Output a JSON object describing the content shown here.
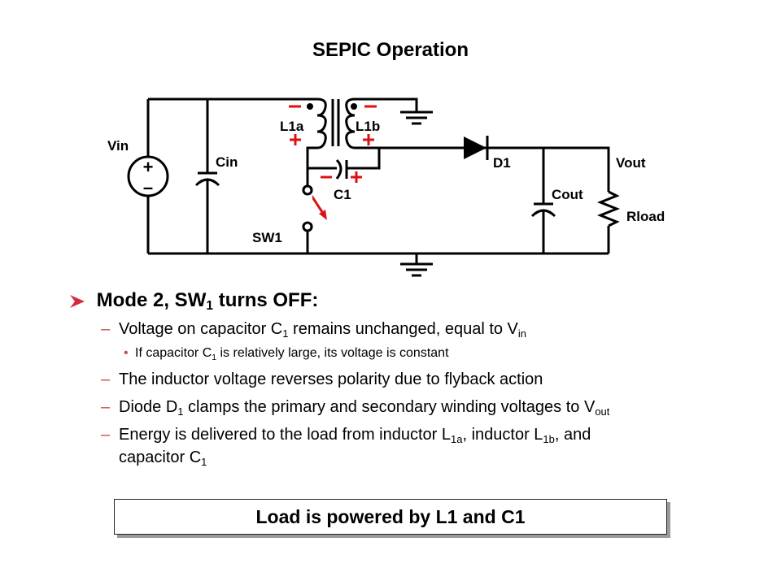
{
  "slide": {
    "title": "SEPIC Operation"
  },
  "circuit": {
    "labels": {
      "vin": "Vin",
      "cin": "Cin",
      "l1a": "L1a",
      "l1b": "L1b",
      "c1": "C1",
      "sw1": "SW1",
      "d1": "D1",
      "vout": "Vout",
      "cout": "Cout",
      "rload": "Rload"
    },
    "source_plus": "+",
    "source_minus": "–",
    "polarity": {
      "plus": "+",
      "minus": "–"
    },
    "accent_color": "#dd1111"
  },
  "content": {
    "heading": {
      "text": "Mode 2, SW",
      "sub": "1",
      "suffix": " turns OFF:"
    },
    "bullets": [
      {
        "level": 2,
        "parts": [
          [
            "Voltage on capacitor C",
            ""
          ],
          [
            "1",
            "sub"
          ],
          [
            " remains unchanged, equal to V",
            ""
          ],
          [
            "in",
            "sub"
          ]
        ]
      },
      {
        "level": 3,
        "parts": [
          [
            "If capacitor C",
            ""
          ],
          [
            "1",
            "sub"
          ],
          [
            " is relatively large, its voltage is constant",
            ""
          ]
        ]
      },
      {
        "level": 2,
        "parts": [
          [
            "The inductor voltage reverses polarity due to flyback action",
            ""
          ]
        ]
      },
      {
        "level": 2,
        "parts": [
          [
            "Diode D",
            ""
          ],
          [
            "1",
            "sub"
          ],
          [
            " clamps the primary and secondary winding voltages to V",
            ""
          ],
          [
            "out",
            "sub"
          ]
        ]
      },
      {
        "level": 2,
        "parts": [
          [
            "Energy is delivered to the load from inductor  L",
            ""
          ],
          [
            "1a",
            "sub"
          ],
          [
            ", inductor L",
            ""
          ],
          [
            "1b",
            "sub"
          ],
          [
            ",   and",
            ""
          ]
        ]
      },
      {
        "level": 2,
        "cont": true,
        "parts": [
          [
            "capacitor C",
            ""
          ],
          [
            "1",
            "sub"
          ]
        ]
      }
    ],
    "dash": "–",
    "dot": "•",
    "bullet_color": "#c0504d"
  },
  "summary": {
    "text": "Load is powered by L1 and C1"
  }
}
